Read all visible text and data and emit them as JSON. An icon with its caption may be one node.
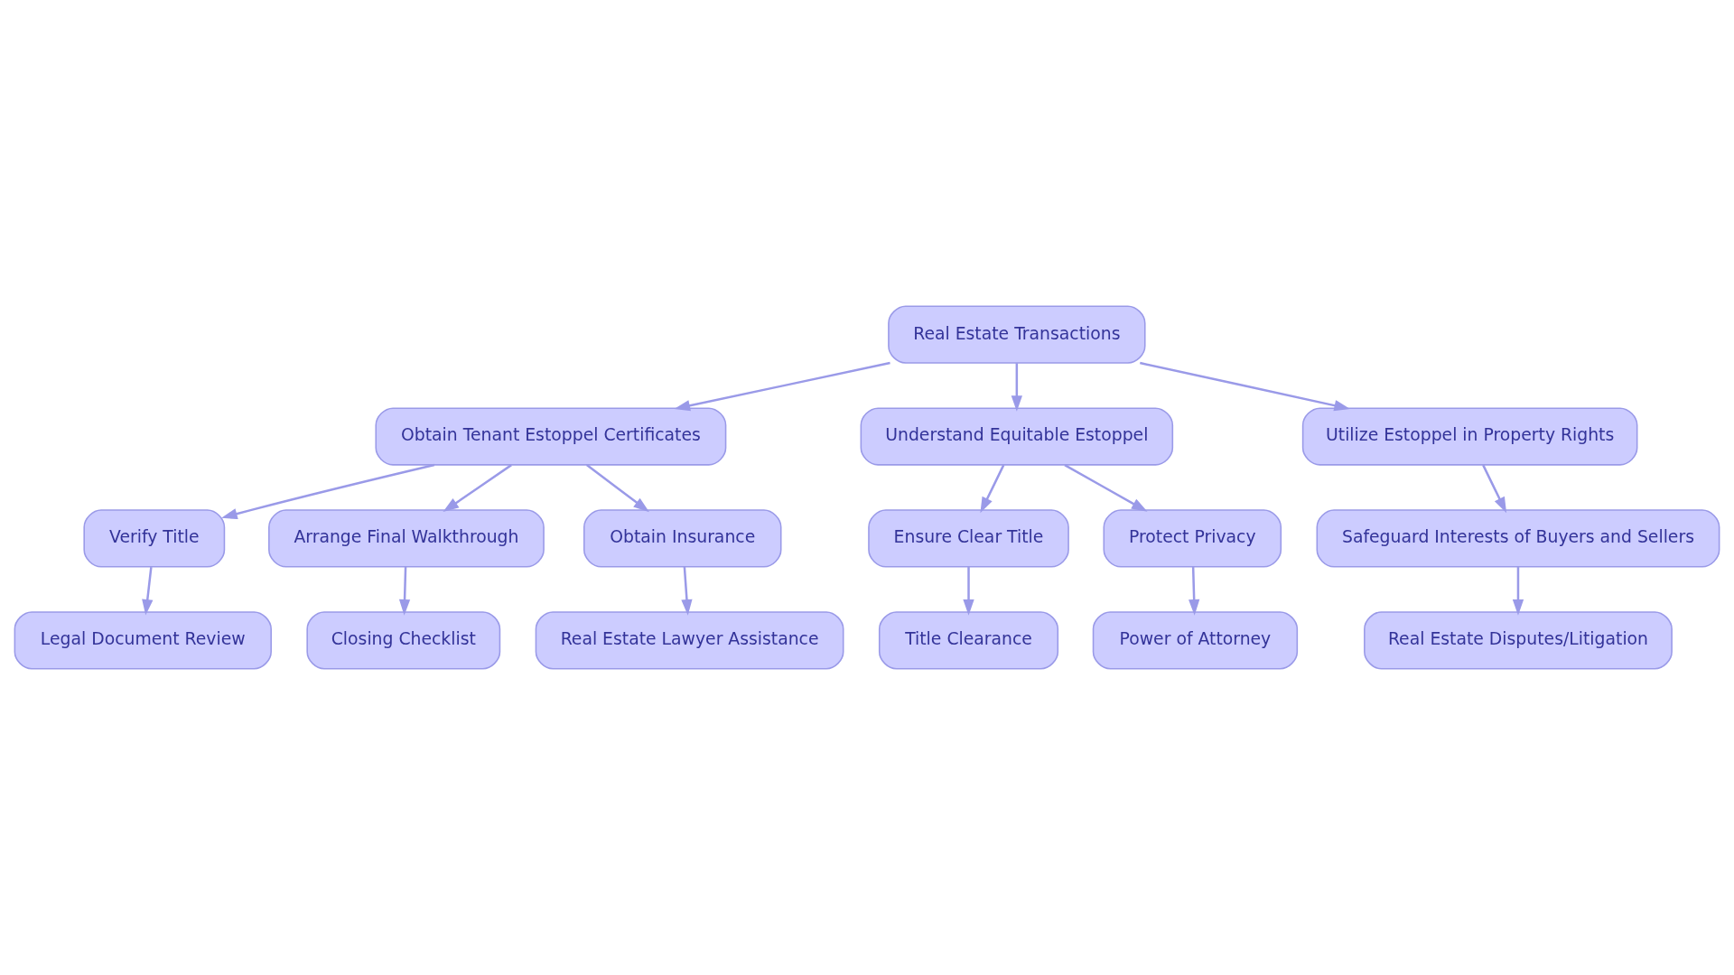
{
  "diagram": {
    "nodes": [
      {
        "text": [
          "Real Estate Transactions"
        ]
      },
      {
        "text": [
          "Obtain Tenant Estoppel Certificates"
        ]
      },
      {
        "text": [
          "Understand Equitable Estoppel"
        ]
      },
      {
        "text": [
          "Utilize Estoppel in Property Rights"
        ]
      },
      {
        "text": [
          "Verify Title"
        ]
      },
      {
        "text": [
          "Arrange Final Walkthrough"
        ]
      },
      {
        "text": [
          "Obtain Insurance"
        ]
      },
      {
        "text": [
          "Ensure Clear Title"
        ]
      },
      {
        "text": [
          "Protect Privacy"
        ]
      },
      {
        "text": [
          "Safeguard Interests of Buyers and Sellers"
        ]
      },
      {
        "text": [
          "Legal Document Review"
        ]
      },
      {
        "text": [
          "Closing Checklist"
        ]
      },
      {
        "text": [
          "Real Estate Lawyer Assistance"
        ]
      },
      {
        "text": [
          "Title Clearance"
        ]
      },
      {
        "text": [
          "Power of Attorney"
        ]
      },
      {
        "text": [
          "Real Estate Disputes/Litigation"
        ]
      }
    ],
    "edges": [
      {
        "from": 0,
        "to": 1,
        "arrow": "to"
      },
      {
        "from": 0,
        "to": 2,
        "arrow": "to"
      },
      {
        "from": 0,
        "to": 3,
        "arrow": "to"
      },
      {
        "from": 1,
        "to": 4,
        "arrow": "to"
      },
      {
        "from": 1,
        "to": 5,
        "arrow": "to"
      },
      {
        "from": 1,
        "to": 6,
        "arrow": "to"
      },
      {
        "from": 2,
        "to": 7,
        "arrow": "to"
      },
      {
        "from": 2,
        "to": 8,
        "arrow": "to"
      },
      {
        "from": 3,
        "to": 9,
        "arrow": "to"
      },
      {
        "from": 4,
        "to": 10,
        "arrow": "to"
      },
      {
        "from": 5,
        "to": 11,
        "arrow": "to"
      },
      {
        "from": 6,
        "to": 12,
        "arrow": "to"
      },
      {
        "from": 7,
        "to": 13,
        "arrow": "to"
      },
      {
        "from": 8,
        "to": 14,
        "arrow": "to"
      },
      {
        "from": 9,
        "to": 15,
        "arrow": "to"
      }
    ]
  }
}
